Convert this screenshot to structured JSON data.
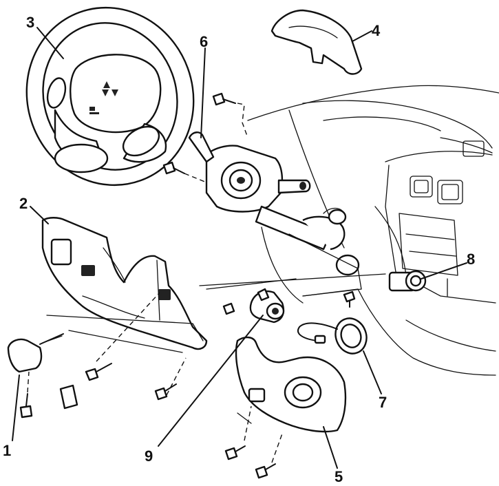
{
  "callouts": {
    "c1": "1",
    "c2": "2",
    "c3": "3",
    "c4": "4",
    "c5": "5",
    "c6": "6",
    "c7": "7",
    "c8": "8",
    "c9": "9"
  },
  "colors": {
    "ink": "#111111",
    "paper": "#ffffff"
  }
}
